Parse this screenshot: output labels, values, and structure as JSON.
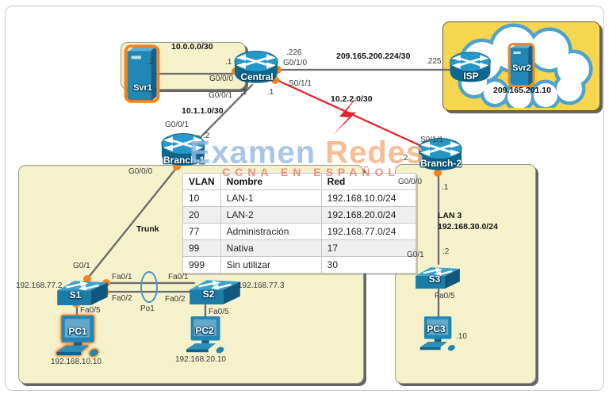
{
  "watermark": {
    "word1": "Examen",
    "word2": "Redes",
    "subtitle": "CCNA EN ESPAÑOL"
  },
  "devices": {
    "svr1": "Svr1",
    "svr2": "Svr2",
    "central": "Central",
    "isp": "ISP",
    "branch1": "Branch-1",
    "branch2": "Branch-2",
    "s1": "S1",
    "s2": "S2",
    "s3": "S3",
    "pc1": "PC1",
    "pc2": "PC2",
    "pc3": "PC3"
  },
  "networks": {
    "svr1_central": "10.0.0.0/30",
    "central_isp": "209.165.200.224/30",
    "central_branch1": "10.1.1.0/30",
    "central_branch2": "10.2.2.0/30",
    "lan3_name": "LAN 3",
    "lan3_net": "192.168.30.0/24",
    "svr2_ip": "209.165.201.10"
  },
  "interfaces": {
    "central_g000": "G0/0/0",
    "central_g010": "G0/1/0",
    "central_g001": "G0/0/1",
    "central_s011": "S0/1/1",
    "branch1_g001": "G0/0/1",
    "branch1_g000": "G0/0/0",
    "branch2_s011": "S0/1/1",
    "branch2_g000": "G0/0/0",
    "s1_g01": "G0/1",
    "s1_fa01": "Fa0/1",
    "s1_fa02": "Fa0/2",
    "s1_fa05": "Fa0/5",
    "s2_fa01": "Fa0/1",
    "s2_fa02": "Fa0/2",
    "s2_fa05": "Fa0/5",
    "s3_g01": "G0/1",
    "s3_fa05": "Fa0/5",
    "po1": "Po1",
    "trunk": "Trunk"
  },
  "ips": {
    "svr1_host": ".2",
    "central_g000": ".1",
    "central_g010": ".226",
    "isp_s": ".225",
    "central_g001": ".1",
    "central_s011": ".1",
    "branch1_g001": ".2",
    "branch2_s011": ".2",
    "branch2_g000": ".1",
    "s3_g01": ".2",
    "pc3_host": ".10",
    "s1_mgmt": "192.168.77.2",
    "s2_mgmt": "192.168.77.3",
    "pc1": "192.168.10.10",
    "pc2": "192.168.20.10"
  },
  "vlan_table": {
    "headers": [
      "VLAN",
      "Nombre",
      "Red"
    ],
    "rows": [
      [
        "10",
        "LAN-1",
        "192.168.10.0/24"
      ],
      [
        "20",
        "LAN-2",
        "192.168.20.0/24"
      ],
      [
        "77",
        "Administración",
        "192.168.77.0/24"
      ],
      [
        "99",
        "Nativa",
        "17"
      ],
      [
        "999",
        "Sin utilizar",
        "30"
      ]
    ]
  },
  "colors": {
    "accent_orange": "#f5821f",
    "cisco_blue": "#2187b4",
    "panel_yellow": "#f4f1cb",
    "cloud_panel_yellow": "#f7d64f",
    "serial_link_red": "#e0252f"
  }
}
